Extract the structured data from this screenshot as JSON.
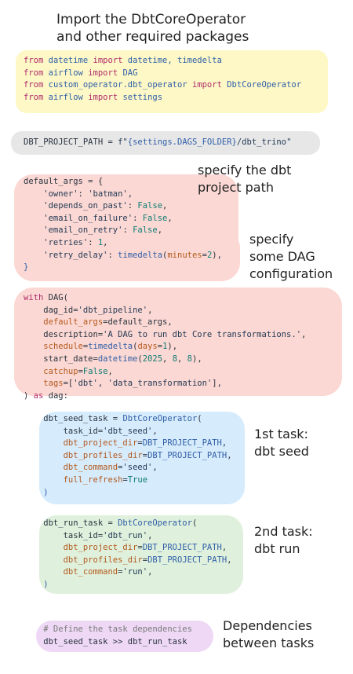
{
  "annotations": {
    "imports": "Import the DbtCoreOperator\nand other required packages",
    "project_path": "specify the dbt\nproject path",
    "dag_config": "specify\nsome DAG\nconfiguration",
    "task1": "1st task:\ndbt seed",
    "task2": "2nd task:\ndbt run",
    "deps": "Dependencies\nbetween tasks"
  },
  "colors": {
    "yellow": "#fdf8c6",
    "gray": "#e7e7e7",
    "pink": "#fbd8d3",
    "blue": "#d6ebfb",
    "green": "#dff1dc",
    "purple": "#eed8f5"
  },
  "code": {
    "imports": [
      [
        [
          "from",
          "kw"
        ],
        [
          " ",
          "pl"
        ],
        [
          "datetime",
          "md"
        ],
        [
          " ",
          "pl"
        ],
        [
          "import",
          "kw"
        ],
        [
          " datetime, timedelta",
          "md"
        ]
      ],
      [
        [
          "from",
          "kw"
        ],
        [
          " ",
          "pl"
        ],
        [
          "airflow",
          "md"
        ],
        [
          " ",
          "pl"
        ],
        [
          "import",
          "kw"
        ],
        [
          " DAG",
          "md"
        ]
      ],
      [
        [
          "from",
          "kw"
        ],
        [
          " ",
          "pl"
        ],
        [
          "custom_operator.dbt_operator",
          "md"
        ],
        [
          " ",
          "pl"
        ],
        [
          "import",
          "kw"
        ],
        [
          " DbtCoreOperator",
          "md"
        ]
      ],
      [
        [
          "from",
          "kw"
        ],
        [
          " ",
          "pl"
        ],
        [
          "airflow",
          "md"
        ],
        [
          " ",
          "pl"
        ],
        [
          "import",
          "kw"
        ],
        [
          " settings",
          "md"
        ]
      ]
    ],
    "path": [
      [
        [
          "DBT_PROJECT_PATH",
          "pl"
        ],
        [
          " = ",
          "pl"
        ],
        [
          "f\"",
          "st"
        ],
        [
          "{settings.DAGS_FOLDER}",
          "md"
        ],
        [
          "/dbt_trino\"",
          "st"
        ]
      ]
    ],
    "args": [
      [
        [
          "default_args = {",
          "pl"
        ]
      ],
      [
        [
          "    'owner'",
          "st"
        ],
        [
          ": ",
          "pl"
        ],
        [
          "'batman'",
          "st"
        ],
        [
          ",",
          "pl"
        ]
      ],
      [
        [
          "    'depends_on_past'",
          "st"
        ],
        [
          ": ",
          "pl"
        ],
        [
          "False",
          "nm"
        ],
        [
          ",",
          "pl"
        ]
      ],
      [
        [
          "    'email_on_failure'",
          "st"
        ],
        [
          ": ",
          "pl"
        ],
        [
          "False",
          "nm"
        ],
        [
          ",",
          "pl"
        ]
      ],
      [
        [
          "    'email_on_retry'",
          "st"
        ],
        [
          ": ",
          "pl"
        ],
        [
          "False",
          "nm"
        ],
        [
          ",",
          "pl"
        ]
      ],
      [
        [
          "    'retries'",
          "st"
        ],
        [
          ": ",
          "pl"
        ],
        [
          "1",
          "nm"
        ],
        [
          ",",
          "pl"
        ]
      ],
      [
        [
          "    'retry_delay'",
          "st"
        ],
        [
          ": ",
          "pl"
        ],
        [
          "timedelta",
          "md"
        ],
        [
          "(",
          "pl"
        ],
        [
          "minutes",
          "pm"
        ],
        [
          "=",
          "pl"
        ],
        [
          "2",
          "nm"
        ],
        [
          "),",
          "pl"
        ]
      ],
      [
        [
          "}",
          "md"
        ]
      ]
    ],
    "dag": [
      [
        [
          "with",
          "kw"
        ],
        [
          " DAG(",
          "pl"
        ]
      ],
      [
        [
          "    dag_id=",
          "pl"
        ],
        [
          "'dbt_pipeline'",
          "st"
        ],
        [
          ",",
          "pl"
        ]
      ],
      [
        [
          "    ",
          "pl"
        ],
        [
          "default_args",
          "pm"
        ],
        [
          "=default_args,",
          "pl"
        ]
      ],
      [
        [
          "    description=",
          "pl"
        ],
        [
          "'A DAG to run dbt Core transformations.'",
          "st"
        ],
        [
          ",",
          "pl"
        ]
      ],
      [
        [
          "    ",
          "pl"
        ],
        [
          "schedule",
          "pm"
        ],
        [
          "=",
          "pl"
        ],
        [
          "timedelta",
          "md"
        ],
        [
          "(",
          "pl"
        ],
        [
          "days",
          "pm"
        ],
        [
          "=",
          "pl"
        ],
        [
          "1",
          "nm"
        ],
        [
          "),",
          "pl"
        ]
      ],
      [
        [
          "    start_date=",
          "pl"
        ],
        [
          "datetime",
          "md"
        ],
        [
          "(",
          "pl"
        ],
        [
          "2025",
          "nm"
        ],
        [
          ", ",
          "pl"
        ],
        [
          "8",
          "nm"
        ],
        [
          ", ",
          "pl"
        ],
        [
          "8",
          "nm"
        ],
        [
          "),",
          "pl"
        ]
      ],
      [
        [
          "    ",
          "pl"
        ],
        [
          "catchup",
          "pm"
        ],
        [
          "=",
          "pl"
        ],
        [
          "False",
          "nm"
        ],
        [
          ",",
          "pl"
        ]
      ],
      [
        [
          "    ",
          "pl"
        ],
        [
          "tags",
          "pm"
        ],
        [
          "=[",
          "pl"
        ],
        [
          "'dbt'",
          "st"
        ],
        [
          ", ",
          "pl"
        ],
        [
          "'data_transformation'",
          "st"
        ],
        [
          "],",
          "pl"
        ]
      ],
      [
        [
          ") ",
          "pl"
        ],
        [
          "as",
          "kw"
        ],
        [
          " dag:",
          "pl"
        ]
      ]
    ],
    "seed": [
      [
        [
          "    dbt_seed_task = ",
          "pl"
        ],
        [
          "DbtCoreOperator",
          "md"
        ],
        [
          "(",
          "pl"
        ]
      ],
      [
        [
          "        task_id=",
          "pl"
        ],
        [
          "'dbt_seed'",
          "st"
        ],
        [
          ",",
          "pl"
        ]
      ],
      [
        [
          "        ",
          "pl"
        ],
        [
          "dbt_project_dir",
          "pm"
        ],
        [
          "=",
          "pl"
        ],
        [
          "DBT_PROJECT_PATH",
          "md"
        ],
        [
          ",",
          "pl"
        ]
      ],
      [
        [
          "        ",
          "pl"
        ],
        [
          "dbt_profiles_dir",
          "pm"
        ],
        [
          "=",
          "pl"
        ],
        [
          "DBT_PROJECT_PATH",
          "md"
        ],
        [
          ",",
          "pl"
        ]
      ],
      [
        [
          "        ",
          "pl"
        ],
        [
          "dbt_command",
          "pm"
        ],
        [
          "=",
          "pl"
        ],
        [
          "'seed'",
          "st"
        ],
        [
          ",",
          "pl"
        ]
      ],
      [
        [
          "        ",
          "pl"
        ],
        [
          "full_refresh",
          "pm"
        ],
        [
          "=",
          "pl"
        ],
        [
          "True",
          "nm"
        ]
      ],
      [
        [
          "    )",
          "md"
        ]
      ]
    ],
    "run": [
      [
        [
          "    dbt_run_task = ",
          "pl"
        ],
        [
          "DbtCoreOperator",
          "md"
        ],
        [
          "(",
          "pl"
        ]
      ],
      [
        [
          "        task_id=",
          "pl"
        ],
        [
          "'dbt_run'",
          "st"
        ],
        [
          ",",
          "pl"
        ]
      ],
      [
        [
          "        ",
          "pl"
        ],
        [
          "dbt_project_dir",
          "pm"
        ],
        [
          "=",
          "pl"
        ],
        [
          "DBT_PROJECT_PATH",
          "md"
        ],
        [
          ",",
          "pl"
        ]
      ],
      [
        [
          "        ",
          "pl"
        ],
        [
          "dbt_profiles_dir",
          "pm"
        ],
        [
          "=",
          "pl"
        ],
        [
          "DBT_PROJECT_PATH",
          "md"
        ],
        [
          ",",
          "pl"
        ]
      ],
      [
        [
          "        ",
          "pl"
        ],
        [
          "dbt_command",
          "pm"
        ],
        [
          "=",
          "pl"
        ],
        [
          "'run'",
          "st"
        ],
        [
          ",",
          "pl"
        ]
      ],
      [
        [
          "    )",
          "md"
        ]
      ]
    ],
    "deps": [
      [
        [
          "    # Define the task dependencies",
          "cm"
        ]
      ],
      [
        [
          "    dbt_seed_task >> dbt_run_task",
          "pl"
        ]
      ]
    ]
  }
}
